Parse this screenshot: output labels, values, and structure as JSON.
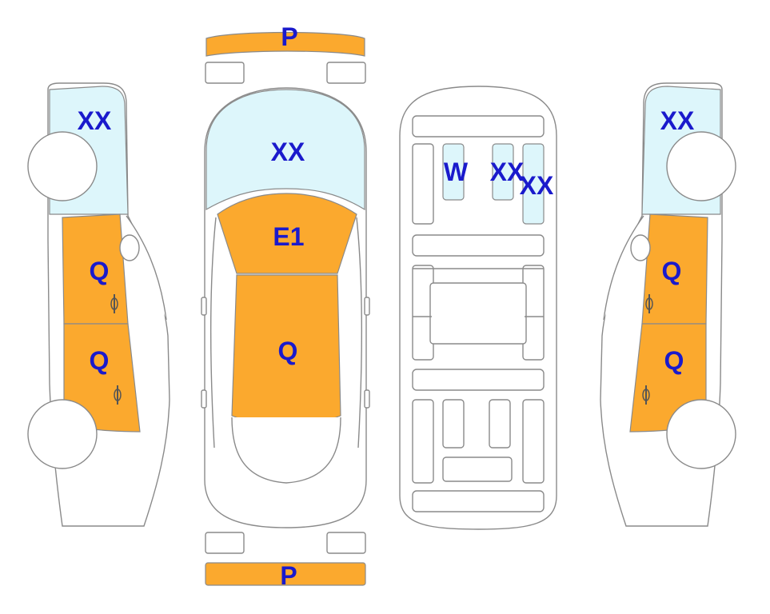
{
  "colors": {
    "damaged": "#FBA92E",
    "glass": "#DDF6FB",
    "outline": "#8A8A8A",
    "label": "#1A1ACC",
    "background": "#FFFFFF"
  },
  "views": {
    "left_side": {
      "window_label": "XX",
      "front_door_label": "Q",
      "rear_door_label": "Q"
    },
    "top": {
      "front_bumper_label": "P",
      "windshield_label": "XX",
      "roof_label": "E1",
      "trunk_label": "Q",
      "rear_bumper_label": "P"
    },
    "interior": {
      "seat_label_1": "W",
      "seat_label_2": "XX",
      "seat_label_3": "XX"
    },
    "right_side": {
      "window_label": "XX",
      "front_door_label": "Q",
      "rear_door_label": "Q"
    }
  }
}
